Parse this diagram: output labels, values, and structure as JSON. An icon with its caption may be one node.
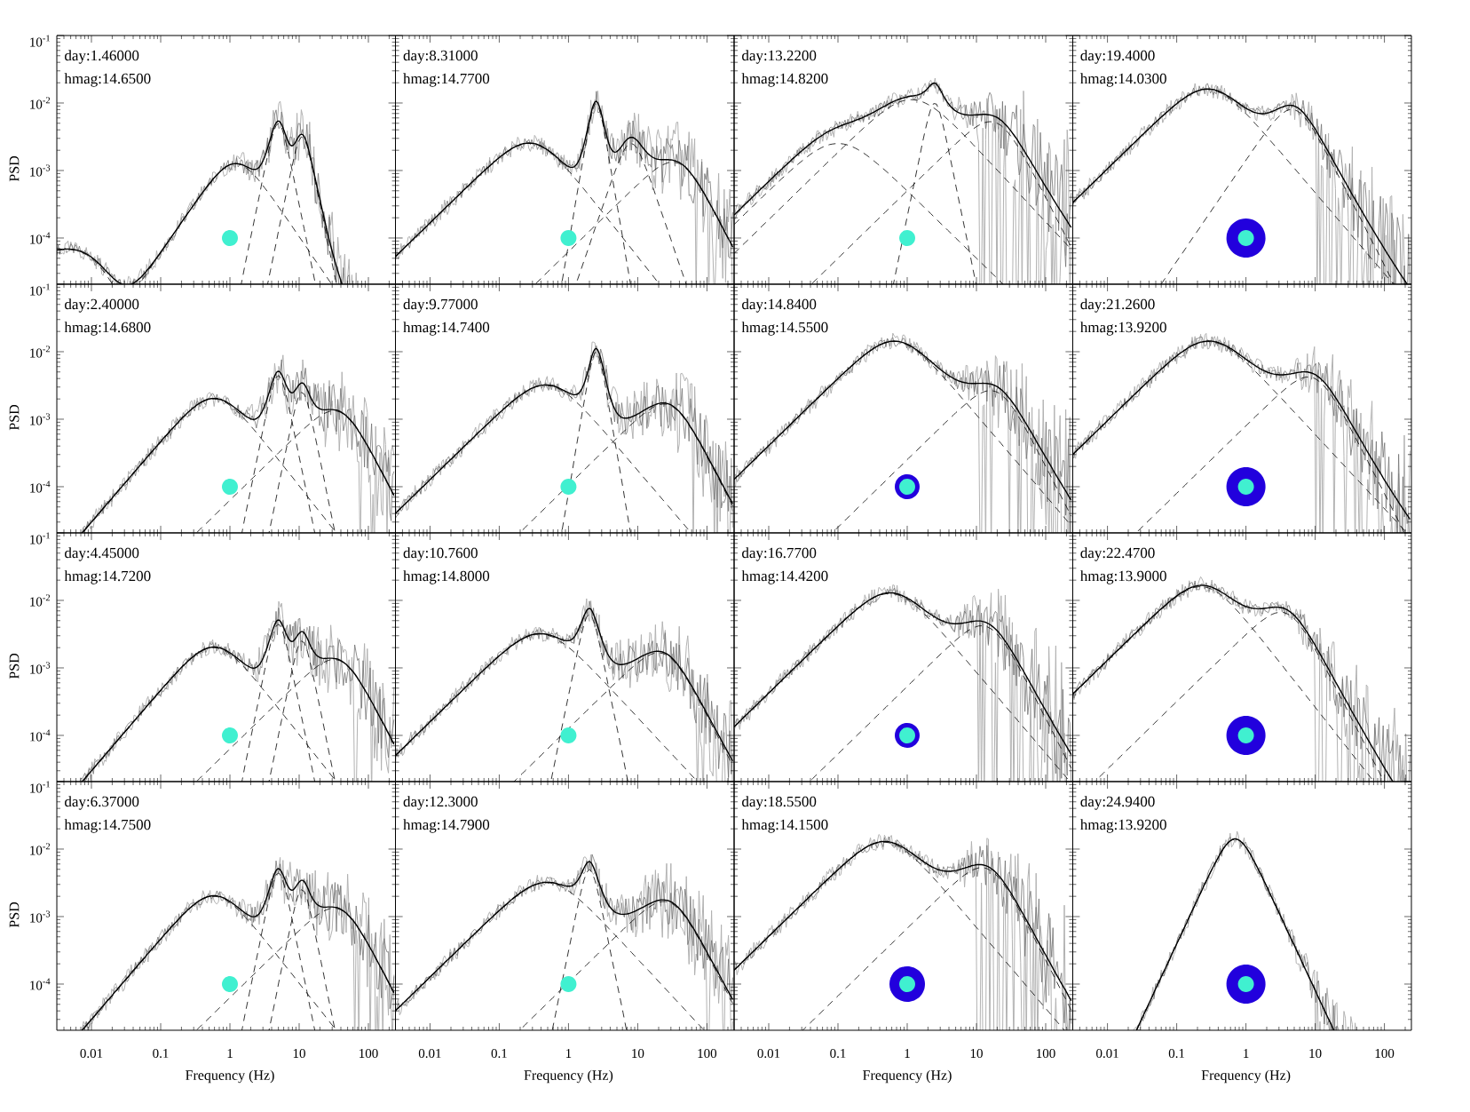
{
  "diagram": {
    "labels": [
      "10$^{-1}$",
      "10$^{-2}$",
      "10$^{-3}$",
      "10$^{-4}$",
      "PSD",
      "day:1.46000",
      "hmag:14.6500",
      "day:8.31000",
      "hmag:14.7700",
      "day:13.2200",
      "hmag:14.8200",
      "day:19.4000",
      "hmag:14.0300",
      "10$^{-1}$",
      "10$^{-2}$",
      "10$^{-3}$",
      "10$^{-4}$",
      "PSD",
      "day:2.40000",
      "hmag:14.6800",
      "day:9.77000",
      "hmag:14.7400",
      "day:14.8400",
      "hmag:14.5500",
      "day:21.2600",
      "hmag:13.9200",
      "10$^{-1}$",
      "10$^{-2}$",
      "10$^{-3}$",
      "10$^{-4}$",
      "PSD",
      "day:4.45000",
      "hmag:14.7200",
      "day:10.7600",
      "hmag:14.8000",
      "day:16.7700",
      "hmag:14.4200",
      "day:22.4700",
      "hmag:13.9000",
      "10$^{-1}$",
      "10$^{-2}$",
      "10$^{-3}$",
      "10$^{-4}$",
      "PSD",
      "day:6.37000",
      "hmag:14.7500",
      "day:12.3000",
      "hmag:14.7900",
      "day:18.5500",
      "hmag:14.1500",
      "day:24.9400",
      "hmag:13.9200",
      "0.01",
      "0.1",
      "1",
      "10",
      "100",
      "Frequency (Hz)",
      "0.01",
      "0.1",
      "1",
      "10",
      "100",
      "Frequency (Hz)",
      "0.01",
      "0.1",
      "1",
      "10",
      "100",
      "Frequency (Hz)",
      "0.01",
      "0.1",
      "1",
      "10",
      "100",
      "Frequency (Hz)"
    ]
  }
}
